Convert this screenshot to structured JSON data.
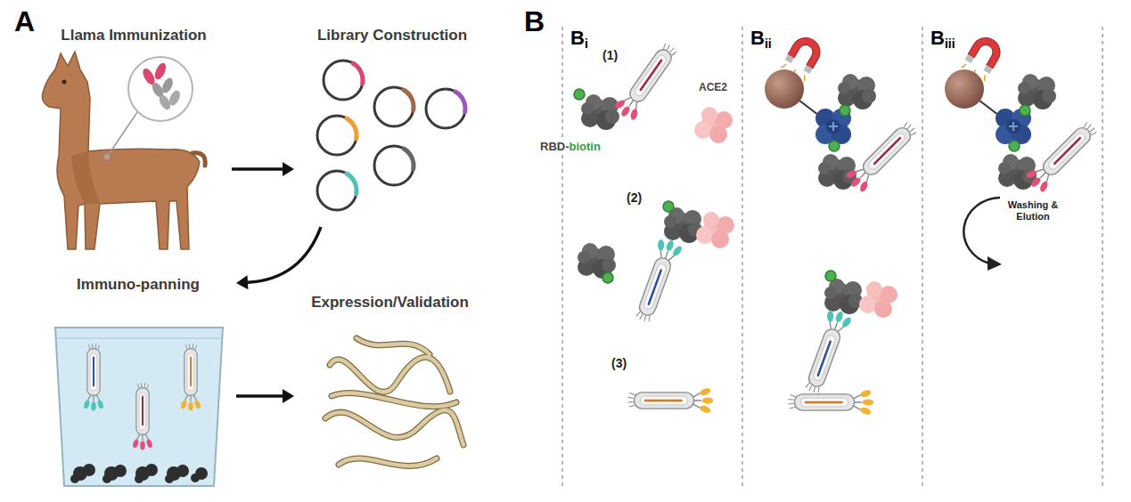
{
  "diagram": {
    "nodes": [
      {
        "text": [
          "Llama Immunization"
        ]
      },
      {
        "text": [
          "Library Construction"
        ]
      },
      {
        "text": [
          "Immuno-panning"
        ]
      },
      {
        "text": [
          "Expression/Validation"
        ]
      }
    ],
    "edges": [
      {
        "from": 0,
        "to": 1,
        "arrow": "to"
      },
      {
        "from": 1,
        "to": 2,
        "arrow": "to"
      },
      {
        "from": 2,
        "to": 3,
        "arrow": "to"
      }
    ],
    "labels": [
      "A",
      "B",
      "B",
      "i",
      "B",
      "ii",
      "B",
      "iii",
      "(1)",
      "RBD-",
      "biotin",
      "ACE2",
      "(2)",
      "(3)",
      "Washing & Elution"
    ]
  }
}
